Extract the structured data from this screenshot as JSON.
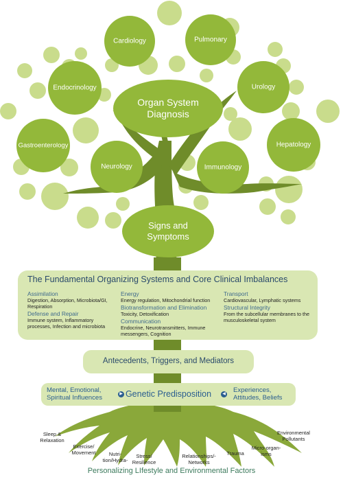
{
  "center": {
    "line1": "Organ System",
    "line2": "Diagnosis"
  },
  "organs": {
    "cardiology": "Cardiology",
    "pulmonary": "Pulmonary",
    "endocrinology": "Endocrinology",
    "urology": "Urology",
    "gastroenterology": "Gastroenterology",
    "hepatology": "Hepatology",
    "neurology": "Neurology",
    "immunology": "Immunology"
  },
  "signs": {
    "line1": "Signs and",
    "line2": "Symptoms"
  },
  "core": {
    "title": "The Fundamental Organizing Systems and Core Clinical Imbalances",
    "col1": {
      "assimilation_h": "Assimilation",
      "assimilation_t1": "Digestion, Absorption, Microbiota/GI,",
      "assimilation_t2": "Respiration",
      "defense_h": "Defense and Repair",
      "defense_t1": "Immune system, Inflammatory",
      "defense_t2": "processes, Infection and microbiota"
    },
    "col2": {
      "energy_h": "Energy",
      "energy_t": "Energy regulation, Mitochondrial function",
      "biotrans_h": "Biotransformation and Elimination",
      "biotrans_t": "Toxicity, Detoxification",
      "comm_h": "Communication",
      "comm_t1": "Endocrine, Neurotransmitters, Immune",
      "comm_t2": "messengers, Cognition"
    },
    "col3": {
      "transport_h": "Transport",
      "transport_t": "Cardiovascular, Lymphatic systems",
      "struct_h": "Structural Integrity",
      "struct_t1": "From the subcellular membranes to the",
      "struct_t2": "musculoskeletal system"
    }
  },
  "antecedents": "Antecedents, Triggers, and Mediators",
  "genetic": {
    "left1": "Mental, Emotional,",
    "left2": "Spiritual Influences",
    "center": "Genetic Predisposition",
    "right1": "Experiences,",
    "right2": "Attitudes, Beliefs",
    "arrow_right": "▶",
    "arrow_left": "◀"
  },
  "roots": {
    "sleep1": "Sleep &",
    "sleep2": "Relaxation",
    "exercise1": "Exercise/",
    "exercise2": "Movement",
    "nutrition1": "Nutri-",
    "nutrition2": "tion/Hydra-",
    "stress1": "Stress/",
    "stress2": "Resilience",
    "relationships1": "Relationships/-",
    "relationships2": "Networks",
    "trauma": "Trauma",
    "micro1": "Micro-organ-",
    "micro2": "isms",
    "env1": "Environmental",
    "env2": "Pollutants"
  },
  "footer": "Personalizing LIfestyle and Environmental Factors",
  "colors": {
    "organ_green": "#93b83a",
    "light_green": "#c9dc8c",
    "trunk": "#6f8c2a",
    "box_bg": "#d9e7b3",
    "text_blue": "#2a4a6b",
    "footer_green": "#3c7a5c"
  }
}
